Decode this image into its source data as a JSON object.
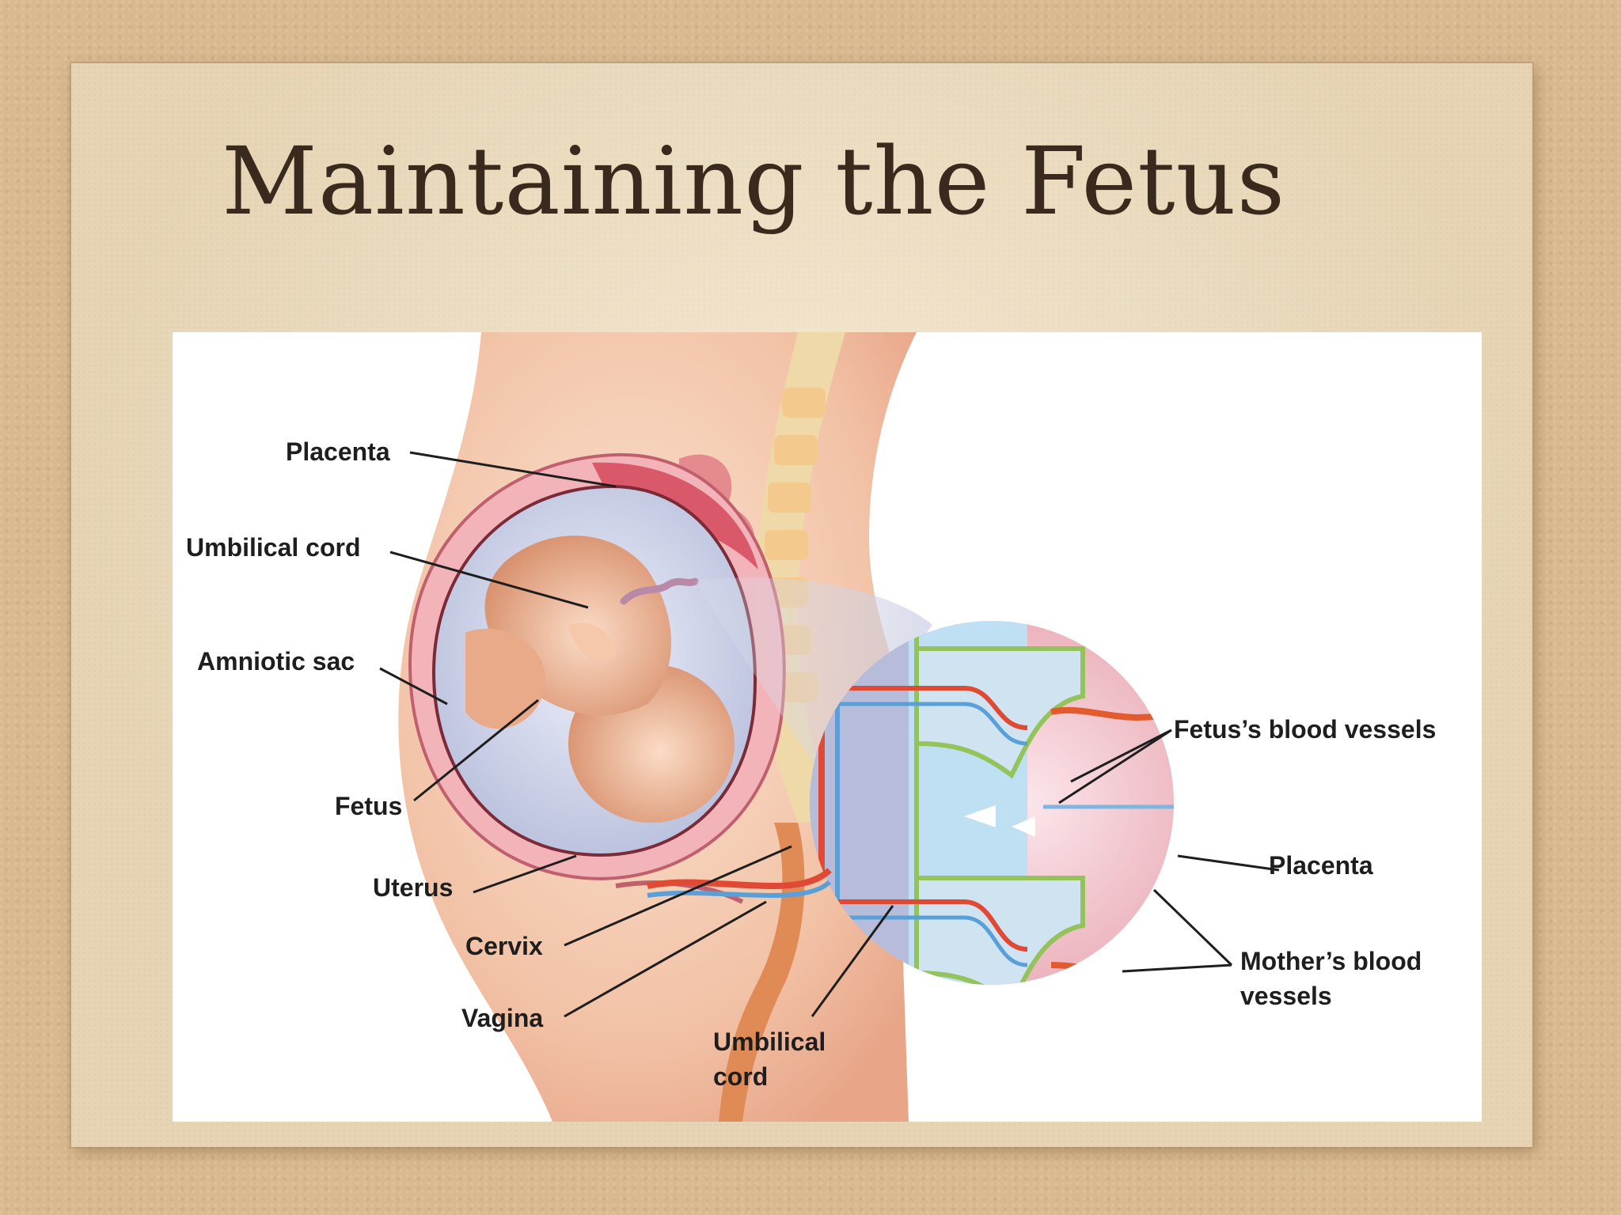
{
  "slide": {
    "title": "Maintaining the Fetus"
  },
  "diagram": {
    "labels": {
      "placenta_left": "Placenta",
      "umbilical_cord_left": "Umbilical cord",
      "amniotic_sac": "Amniotic sac",
      "fetus": "Fetus",
      "uterus": "Uterus",
      "cervix": "Cervix",
      "vagina": "Vagina",
      "umbilical_cord_bottom_line1": "Umbilical",
      "umbilical_cord_bottom_line2": "cord",
      "fetus_blood_vessels": "Fetus’s blood vessels",
      "placenta_right": "Placenta",
      "mothers_blood_vessels_line1": "Mother’s blood",
      "mothers_blood_vessels_line2": "vessels"
    }
  }
}
